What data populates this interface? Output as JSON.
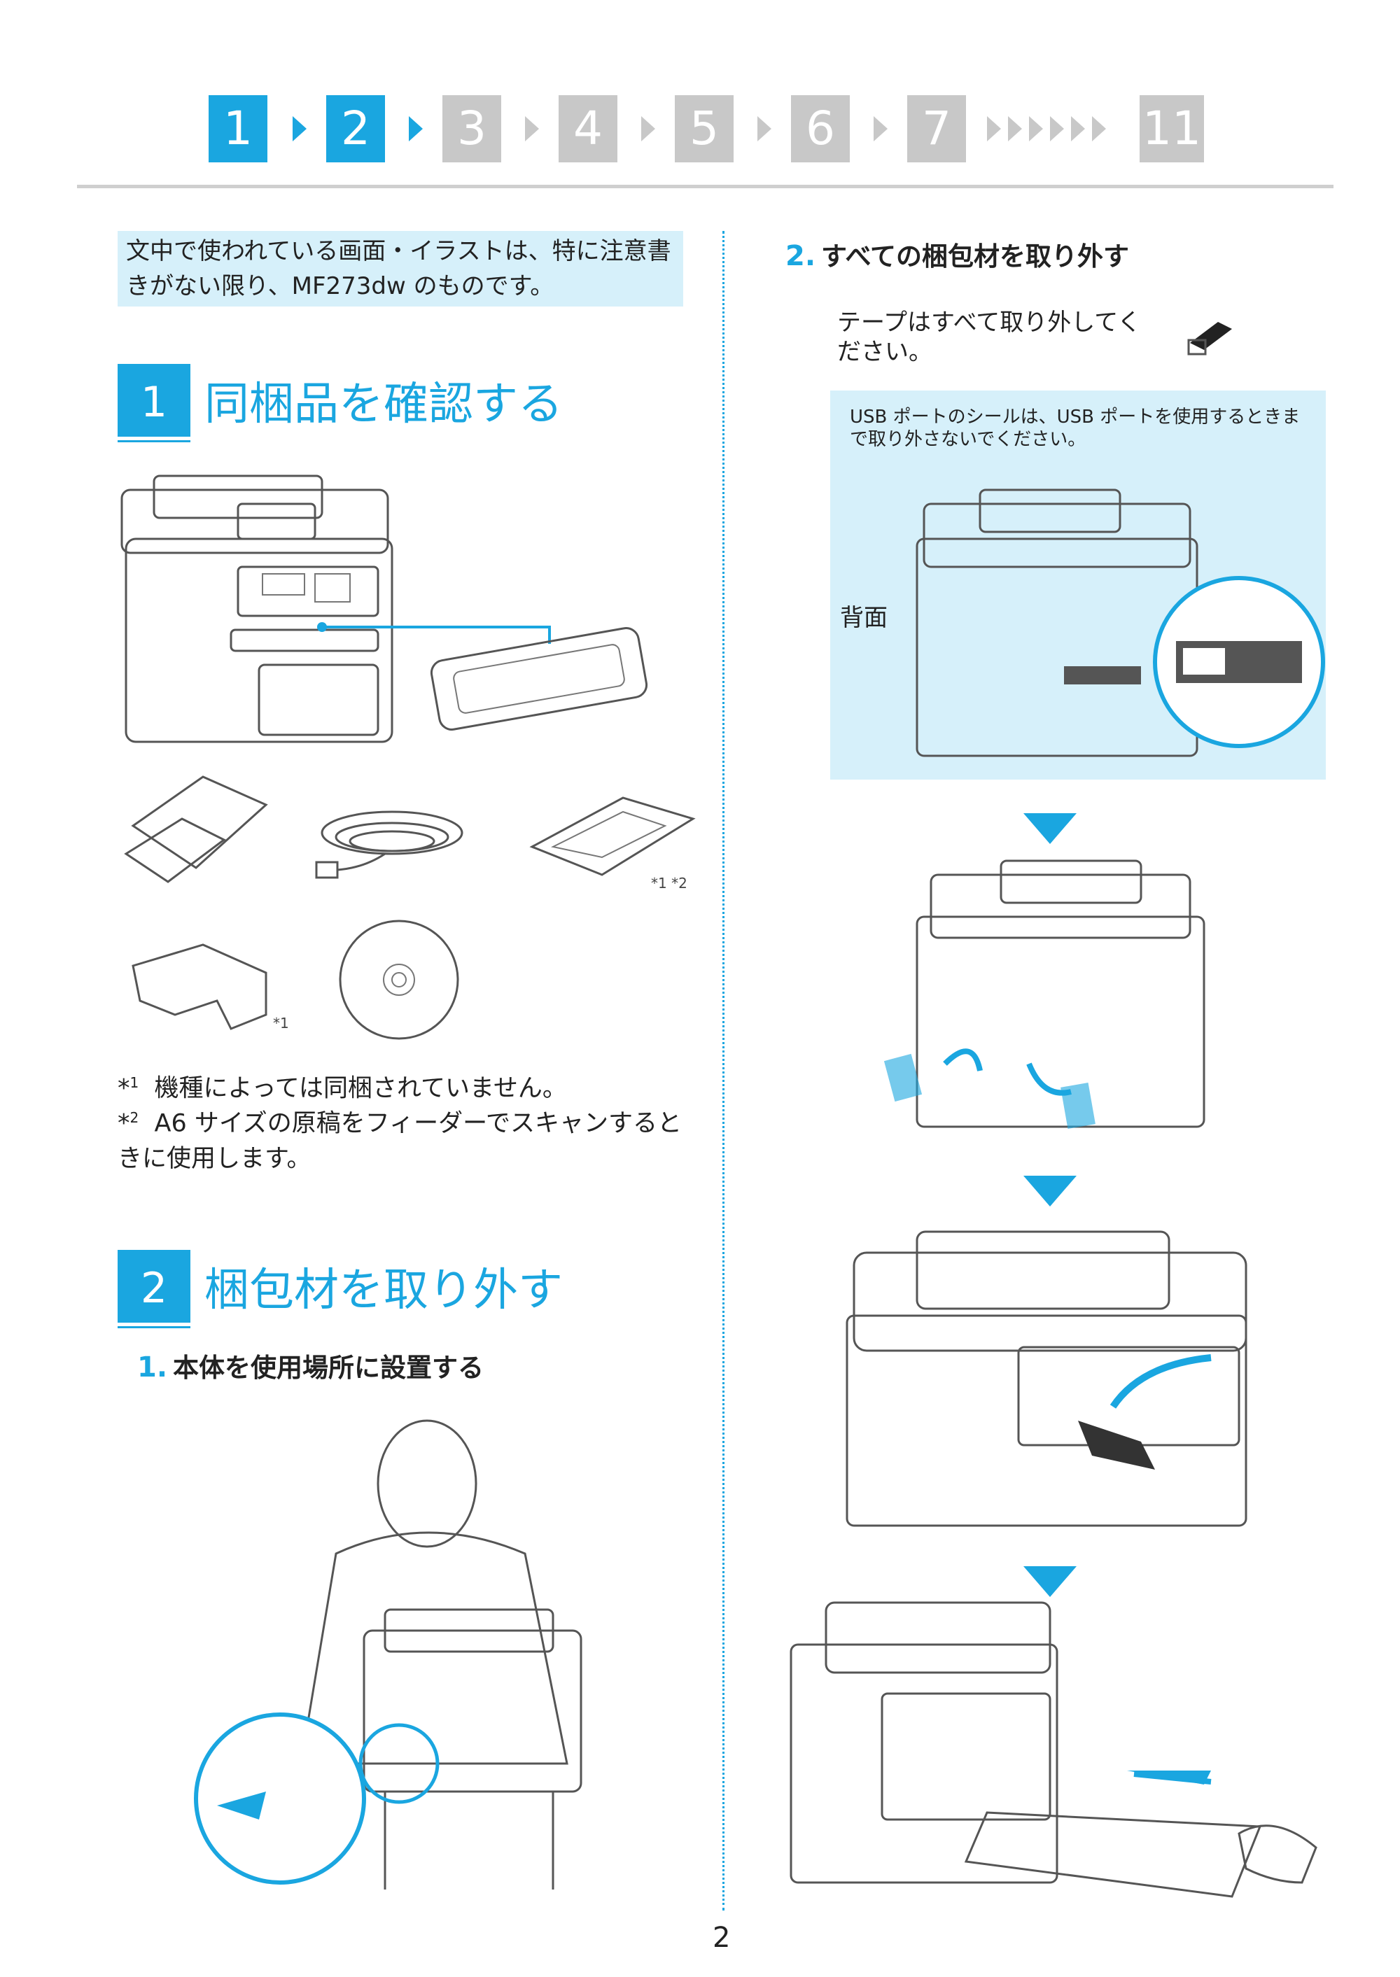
{
  "steps": [
    {
      "label": "1",
      "active": true
    },
    {
      "label": "2",
      "active": true
    },
    {
      "label": "3",
      "active": false
    },
    {
      "label": "4",
      "active": false
    },
    {
      "label": "5",
      "active": false
    },
    {
      "label": "6",
      "active": false
    },
    {
      "label": "7",
      "active": false
    },
    {
      "label": "11",
      "active": false
    }
  ],
  "note": "文中で使われている画面・イラストは、特に注意書きがない限り、MF273dw のものです。",
  "section1": {
    "num": "1",
    "title": "同梱品を確認する"
  },
  "items_notes": {
    "star12": "*1 *2",
    "star1": "*1"
  },
  "footnotes": [
    {
      "mark": "*",
      "sup": "1",
      "text": "機種によっては同梱されていません。"
    },
    {
      "mark": "*",
      "sup": "2",
      "text": "A6 サイズの原稿をフィーダーでスキャンするときに使用します。"
    }
  ],
  "section2": {
    "num": "2",
    "title": "梱包材を取り外す"
  },
  "step1": {
    "num": "1.",
    "text": "本体を使用場所に設置する"
  },
  "step2": {
    "num": "2.",
    "text": "すべての梱包材を取り外す"
  },
  "tape_text": "テープはすべて取り外してください。",
  "usb_note": "USB ポートのシールは、USB ポートを使用するときまで取り外さないでください。",
  "back_label": "背面",
  "page_number": "2",
  "colors": {
    "accent": "#1aa6e0",
    "note_bg": "#d6f0fa",
    "inactive": "#c8c8c8"
  }
}
